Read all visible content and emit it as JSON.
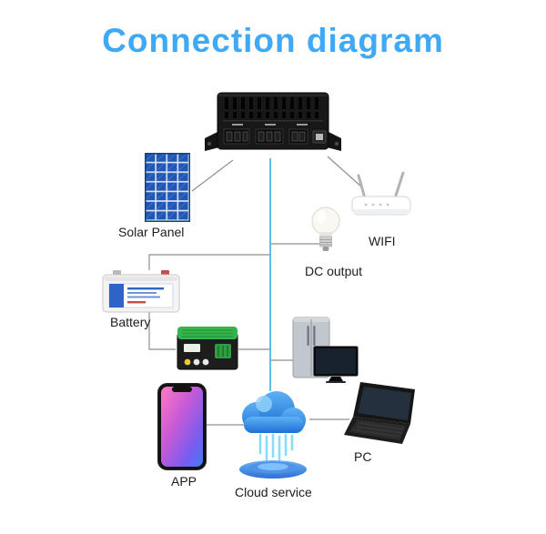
{
  "title": "Connection diagram",
  "labels": {
    "solar_panel": "Solar Panel",
    "wifi": "WIFI",
    "dc_output": "DC output",
    "battery": "Battery",
    "app": "APP",
    "cloud_service": "Cloud service",
    "pc": "PC"
  },
  "nodes": [
    {
      "id": "controller",
      "type": "solar-charge-controller"
    },
    {
      "id": "solar_panel",
      "type": "solar-panel",
      "label": "Solar Panel"
    },
    {
      "id": "wifi",
      "type": "wifi-router",
      "label": "WIFI"
    },
    {
      "id": "dc_output",
      "type": "light-bulb",
      "label": "DC output"
    },
    {
      "id": "battery",
      "type": "battery",
      "label": "Battery"
    },
    {
      "id": "inverter",
      "type": "inverter"
    },
    {
      "id": "appliances",
      "type": "refrigerator-and-tv"
    },
    {
      "id": "app",
      "type": "smartphone",
      "label": "APP"
    },
    {
      "id": "cloud_service",
      "type": "cloud",
      "label": "Cloud service"
    },
    {
      "id": "pc",
      "type": "laptop",
      "label": "PC"
    }
  ],
  "connections": [
    [
      "controller",
      "solar_panel"
    ],
    [
      "controller",
      "wifi"
    ],
    [
      "controller",
      "dc_output"
    ],
    [
      "controller",
      "battery"
    ],
    [
      "battery",
      "inverter"
    ],
    [
      "inverter",
      "appliances"
    ],
    [
      "controller",
      "cloud_service"
    ],
    [
      "app",
      "cloud_service"
    ],
    [
      "cloud_service",
      "pc"
    ]
  ],
  "colors": {
    "title_blue": "#3fa9f5",
    "connector_line_gray": "#8f8f8f",
    "main_line_blue": "#2ba7e8",
    "solar_panel_blue": "#2156b4",
    "cloud_blue": "#2f7fe0",
    "inverter_green": "#35b44a",
    "label_text": "#1c1c1c"
  }
}
